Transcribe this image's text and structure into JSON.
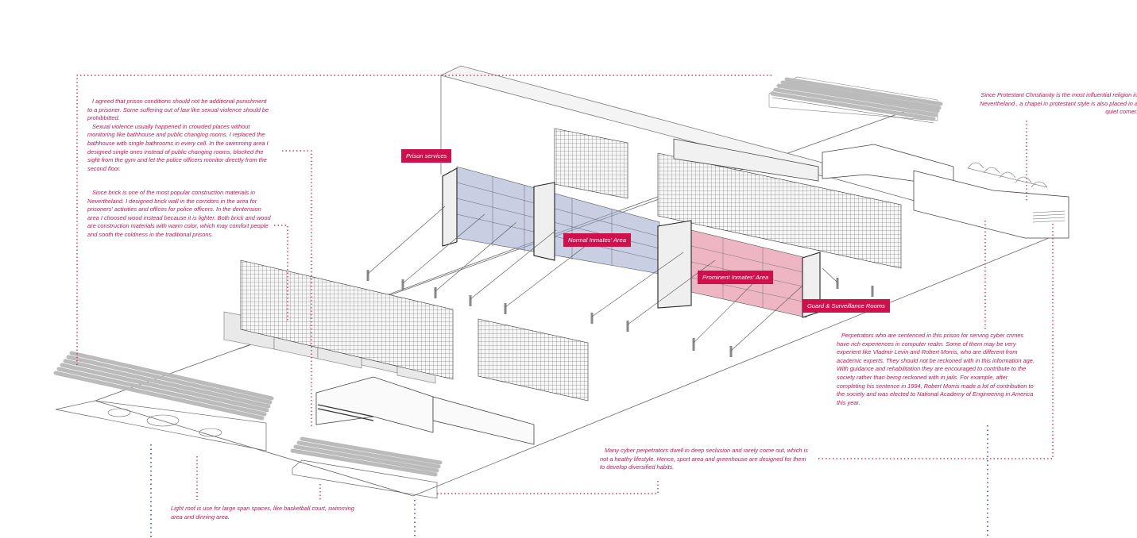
{
  "labels": {
    "prison_services": "Prison services",
    "normal_inmates_area": "Normal Inmates' Area",
    "prominent_inmates_area": "Prominent Inmates' Area",
    "guard_surveillance": "Guard & Surveillance Rooms"
  },
  "notes": {
    "conditions": [
      "I agreed that prison conditions should not be additional punishment to a prisoner. Some suffering out of law like sexual violence should be prohibbitted.",
      "Sexual violence usually happened in crowded places without monitoring like bathhouse and public changing rooms. I replaced the bathhouse with single bathrooms in every cell. In the swimming area I designed single ones instead of public changing rooms, blocked the sight from the gym and let the police officers monitor directly from the second floor."
    ],
    "materials": "Since brick is one of the most popular construction materials in Nevertheland. I designed brick wall in the corridors in the area for prisoners' activities and offices for police officers. In the dentension area I choosed wood instead because it is lighter. Both brick and wood are construction materials with warm color, which may comfort people and sooth the coldness in the traditional prisons.",
    "chapel": "Since Protestant Christianity is the most influential religion in Nevertheland , a chapel in protestant style is also placed in a quiet corner.",
    "perpetrators": "Perpetrators who are sentenced in this prison for serving cyber crimes have rich experiences in computer realm. Some of them may be very experient like Vladmir Levin and Robert Morris, who are different from academic experts. They should not be reckoned with in this information age. With guidance and rehabilitation they are encouraged to contribute to the society rather than being reckoned with in jails. For example, after completing his sentence in 1994, Robert Morris made a lot of contribution to the society and was elected to National Academy of Engineering in America this year.",
    "seclusion": "Many cyber perpetrators dwell in deep seclusion and rarely come out, which is not a heathy lifestyle. Hence, sport area and greenhouse are designed for them to develop diversified habits.",
    "light_roof": "Light roof is use for large span spaces, like basketball court, swimming area and dinning area."
  },
  "colors": {
    "accent": "#d0104c",
    "note_text": "#c2185b",
    "leader_red": "#d0104c",
    "leader_blue": "#3f51b5",
    "normal_zone": "#9aa8cc",
    "prominent_zone": "#e07a92",
    "line": "#444444"
  }
}
